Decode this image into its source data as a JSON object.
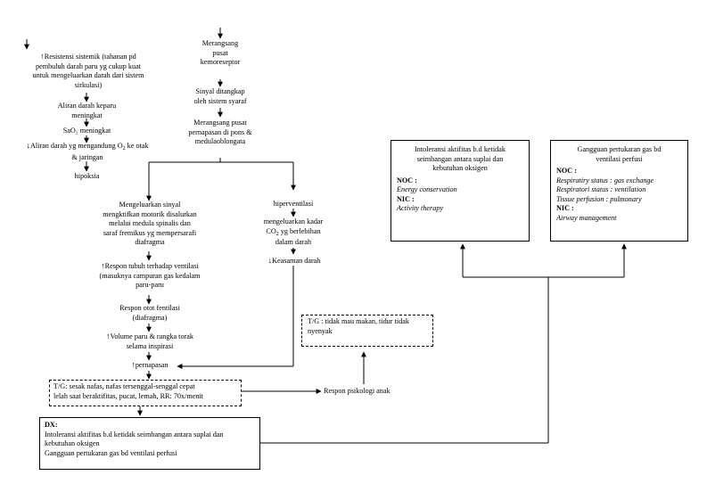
{
  "left_chain": {
    "resistance": [
      "Resistensi sistemik (tahanan pd",
      "pembuluh darah paru yg cukup kuat",
      "untuk mengeluarkan darah dari sistem",
      "sirkulasi)"
    ],
    "flow": [
      "Aliran darah keparu",
      "meningkat"
    ],
    "sao2": "SaO₂ meningkat",
    "oxy_flow_a": "Aliran darah yg mengandung O",
    "oxy_flow_sub": "2",
    "oxy_flow_b": " ke otak",
    "oxy_flow_2": "& jaringan",
    "hypoxia": "hipoksia"
  },
  "center_chain": {
    "chemo": [
      "Merangsang",
      "pusat",
      "kemoreseptor"
    ],
    "signal": [
      "Sinyal ditangkap",
      "oleh sistem syaraf"
    ],
    "resp_center": [
      "Merangsang pusat",
      "pernapasan di pons &",
      "medulaoblongata"
    ]
  },
  "motor_chain": {
    "signal": [
      "Mengeluarkan sinyal",
      "mengktifkan motorik disalurkan",
      "melalui medula spinalis dan",
      "saraf fremikus yg mempersarafi",
      "diafragma"
    ],
    "body_resp": [
      "Respon tubuh terhadap ventilasi",
      "(masuknya campuran gas kedalam",
      "paru-paru"
    ],
    "muscle": [
      "Respon otot fentilasi",
      "(diafragma)"
    ],
    "volume": [
      "Volume paru & rangka torak",
      "selama inspirasi"
    ],
    "breathing": "pernapasan"
  },
  "hyper_chain": {
    "hyper": "hiperventilasi",
    "co2_1": "mengeluarkan kadar",
    "co2_2a": "CO",
    "co2_2sub": "2",
    "co2_2b": " yg berlebihan",
    "co2_3": "dalam darah",
    "acid": "Keasaman darah"
  },
  "signs_box": [
    "T/G: sesak nafas, nafas tersenggal-senggal  cepat",
    "lelah saat beraktifitas, pucat, lemah, RR: 70x/menit"
  ],
  "psych": "Respon psikologi anak",
  "psych_box": [
    "T/G  : tidak mau makan, tidur tidak",
    "nyenyak"
  ],
  "dx_box": {
    "label": "DX:",
    "lines": [
      "Intoleransi aktifitas b.d ketidak seimbangan antara suplai dan",
      "kebutuhan oksigen",
      "Gangguan pertukaran gas bd ventilasi perfusi"
    ]
  },
  "activity_box": {
    "title": [
      "Intoleransi aktifitas b.d ketidak",
      "seimbangan antara suplai dan",
      "kebutuhan oksigen"
    ],
    "noc_label": "NOC :",
    "noc": [
      "Energy conservation"
    ],
    "nic_label": "NIC :",
    "nic": [
      "Activity therapy"
    ]
  },
  "gas_box": {
    "title": [
      "Gangguan pertukaran gas bd",
      "ventilasi perfusi"
    ],
    "noc_label": "NOC :",
    "noc": [
      "Respiratiry status : gas exchange",
      "Respiratori status : ventilation",
      "Tissue perfusion : pulmonary"
    ],
    "nic_label": "NIC :",
    "nic": [
      "Airway management"
    ]
  }
}
